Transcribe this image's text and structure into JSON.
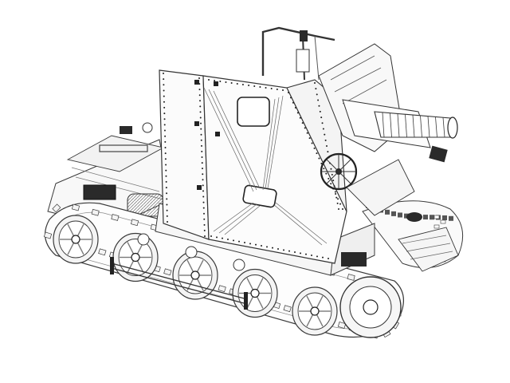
{
  "colors": {
    "background": "#ffffff",
    "line": "#3a3a3a",
    "light_line": "#7a7a7a",
    "dark_fill": "#1e1e1e",
    "panel_fill": "#fbfbfb",
    "wheel_fill": "#f4f4f4"
  },
  "subject": {
    "icon": "self-propelled-gun-wireframe-icon"
  },
  "model": {
    "road_wheel_count": 5,
    "track_link_count": 54,
    "gun_muzzle_ring_count": 9,
    "hull_rivet_rows": 6
  }
}
